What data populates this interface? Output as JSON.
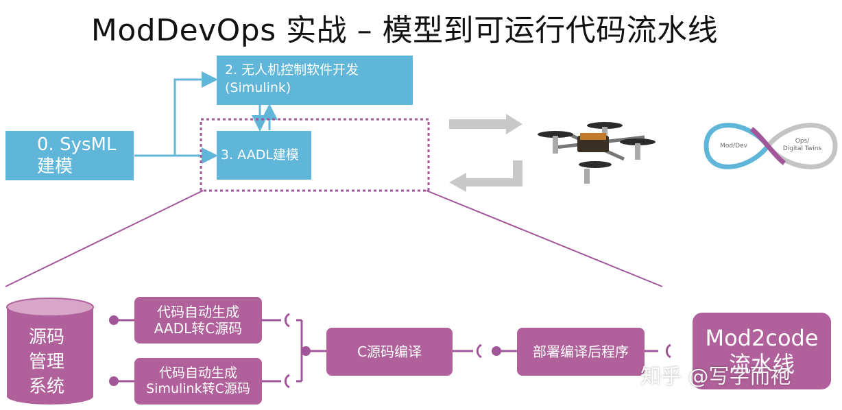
{
  "title": "ModDevOps 实战 – 模型到可运行代码流水线",
  "boxes": {
    "sysml": {
      "line1": "0. SysML",
      "line2": "建模"
    },
    "simulink": {
      "line1": "2. 无人机控制软件开发",
      "line2": "(Simulink)"
    },
    "aadl": "3. AADL建模"
  },
  "loop": {
    "left": "Mod/Dev",
    "right_line1": "Ops/",
    "right_line2": "Digital Twins"
  },
  "pipeline": {
    "repo": {
      "line1": "源码",
      "line2": "管理",
      "line3": "系统"
    },
    "gen_aadl": {
      "line1": "代码自动生成",
      "line2": "AADL转C源码"
    },
    "gen_simulink": {
      "line1": "代码自动生成",
      "line2": "Simulink转C源码"
    },
    "compile": "C源码编译",
    "deploy": "部署编译后程序",
    "mod2code": {
      "line1": "Mod2code",
      "line2": "流水线"
    }
  },
  "watermark": "知乎 @写字而袍",
  "colors": {
    "blue": "#5fb6d9",
    "pink": "#b0609a",
    "gray": "#c8c8c8",
    "loop_blue": "#5fb6d9",
    "loop_gray": "#c4c4c4"
  }
}
